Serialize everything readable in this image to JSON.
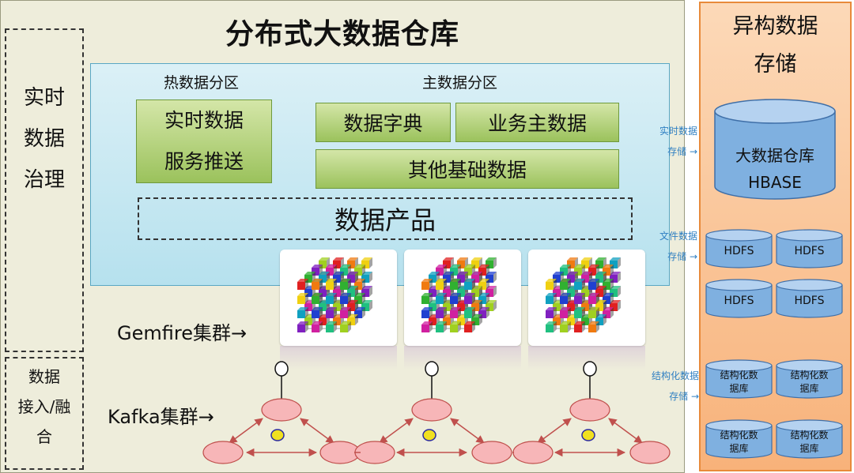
{
  "title": "分布式大数据仓库",
  "left": {
    "governance_lines": [
      "实时",
      "数据",
      "治理"
    ],
    "ingest_lines": [
      "数据",
      "接入/融",
      "合"
    ]
  },
  "zones": {
    "hot_title": "热数据分区",
    "main_title": "主数据分区",
    "hot_box_lines": [
      "实时数据",
      "服务推送"
    ],
    "dict": "数据字典",
    "business_master": "业务主数据",
    "other_base": "其他基础数据",
    "data_product": "数据产品"
  },
  "clusters": {
    "gemfire": "Gemfire集群→",
    "kafka": "Kafka集群→"
  },
  "storage": {
    "title_lines": [
      "异构数据",
      "存储"
    ],
    "realtime_label_lines": [
      "实时数据",
      "存储 →"
    ],
    "file_label_lines": [
      "文件数据",
      "存储 →"
    ],
    "struct_label_lines": [
      "结构化数据",
      "存储 →"
    ],
    "hbase_lines": [
      "大数据仓库",
      "HBASE"
    ],
    "hdfs": [
      "HDFS",
      "HDFS",
      "HDFS",
      "HDFS"
    ],
    "struct_db_lines": [
      "结构化数",
      "据库"
    ]
  },
  "colors": {
    "green_box": "#9bc25c",
    "blue_panel": "#b6e1ee",
    "orange_panel": "#f8b27a",
    "cylinder": "#7fb0e0",
    "kafka_node": "#f7b6b8",
    "kafka_edge": "#c0504d"
  }
}
